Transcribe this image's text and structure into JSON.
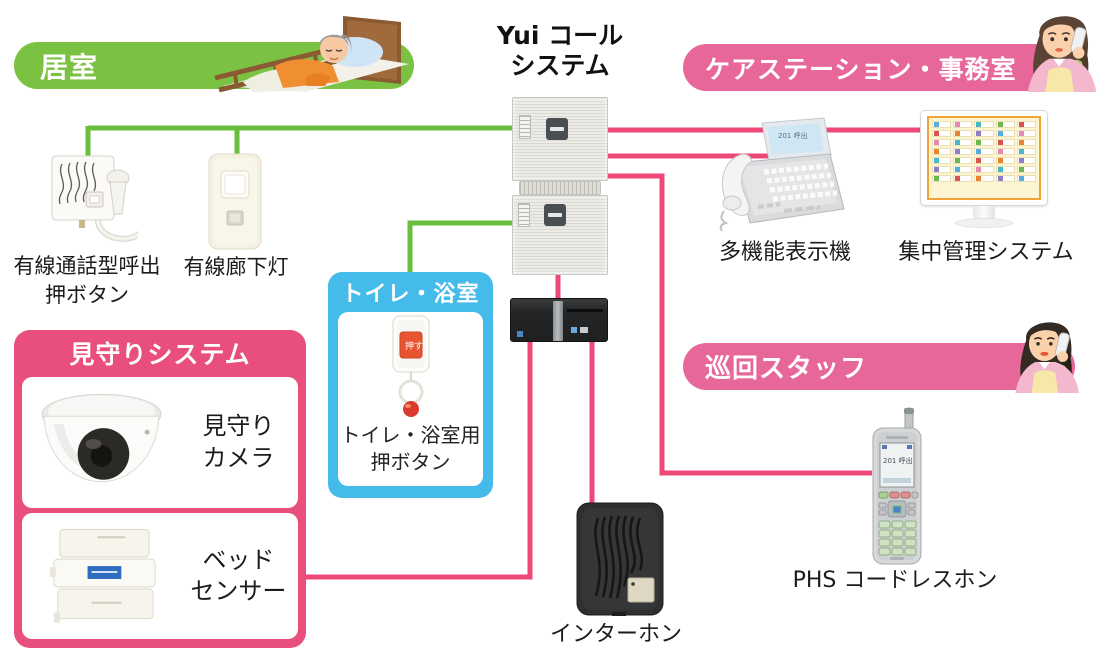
{
  "colors": {
    "zone_green": "#7cc242",
    "line_green": "#69be3b",
    "zone_pink": "#e8679a",
    "line_pink": "#ed4878",
    "zone_blue": "#45bbea",
    "monitoring_pink": "#e84f7c"
  },
  "system": {
    "title_line1": "Yui コール",
    "title_line2": "システム"
  },
  "banners": {
    "living_room": "居室",
    "care_station": "ケアステーション・事務室",
    "patrol_staff": "巡回スタッフ"
  },
  "toilet": {
    "title": "トイレ・浴室",
    "label_line1": "トイレ・浴室用",
    "label_line2": "押ボタン",
    "button_text": "押す"
  },
  "monitoring": {
    "title": "見守りシステム",
    "camera_line1": "見守り",
    "camera_line2": "カメラ",
    "sensor_line1": "ベッド",
    "sensor_line2": "センサー"
  },
  "devices": {
    "call_button_line1": "有線通話型呼出",
    "call_button_line2": "押ボタン",
    "corridor_light": "有線廊下灯",
    "display_phone": "多機能表示機",
    "management_system": "集中管理システム",
    "phs_phone": "PHS コードレスホン",
    "intercom": "インターホン",
    "phs_screen": "201 呼出",
    "phone_screen": "201 呼出"
  }
}
